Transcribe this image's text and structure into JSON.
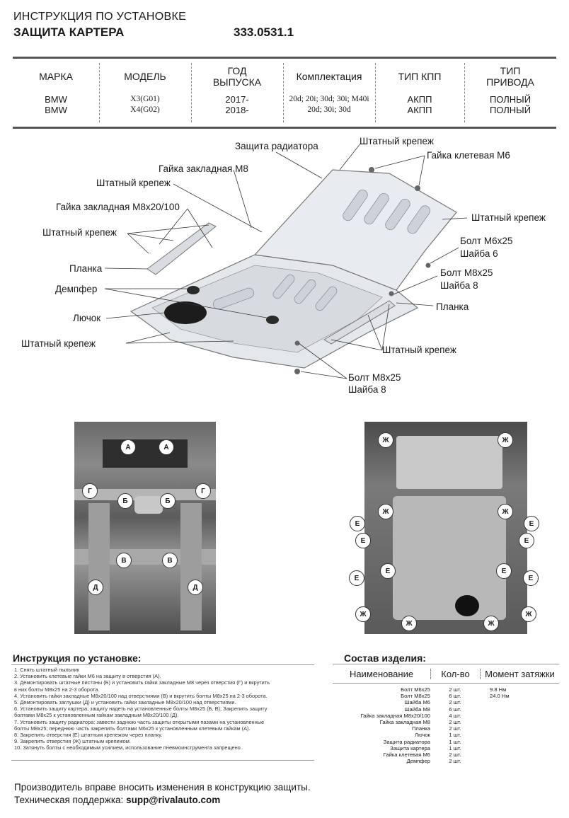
{
  "header": {
    "subtitle": "ИНСТРУКЦИЯ ПО УСТАНОВКЕ",
    "title": "ЗАЩИТА КАРТЕРА",
    "code": "333.0531.1"
  },
  "spec": {
    "columns": [
      {
        "header": "МАРКА",
        "value": "BMW\nBMW"
      },
      {
        "header": "МОДЕЛЬ",
        "value": "X3(G01)\nX4(G02)"
      },
      {
        "header": "ГОД\nВЫПУСКА",
        "value": "2017-\n2018-"
      },
      {
        "header": "Комплектация",
        "value": "20d; 20i; 30d; 30i; M40i\n20d; 30i; 30d"
      },
      {
        "header": "ТИП КПП",
        "value": "АКПП\nАКПП"
      },
      {
        "header": "ТИП\nПРИВОДА",
        "value": "ПОЛНЫЙ\nПОЛНЫЙ"
      }
    ]
  },
  "diagram_labels": {
    "radiator_guard": "Защита радиатора",
    "std_fastener_top": "Штатный крепеж",
    "cage_nut_m6": "Гайка клетевая М6",
    "nut_m8": "Гайка закладная М8",
    "std_fastener_left": "Штатный крепеж",
    "nut_m8x20": "Гайка закладная М8х20/100",
    "std_fastener_left2": "Штатный крепеж",
    "std_fastener_right": "Штатный крепеж",
    "bolt_m6": "Болт М6х25",
    "washer_6": "Шайба 6",
    "plate_left": "Планка",
    "bolt_m8_right": "Болт М8х25",
    "washer_8_right": "Шайба 8",
    "damper": "Демпфер",
    "plate_right": "Планка",
    "hatch": "Лючок",
    "std_fastener_bottom_left": "Штатный крепеж",
    "std_fastener_bottom_right": "Штатный крепеж",
    "bolt_m8_bottom": "Болт М8х25",
    "washer_8_bottom": "Шайба 8"
  },
  "photo_left_markers": [
    "А",
    "А",
    "Г",
    "Г",
    "Б",
    "Б",
    "В",
    "В",
    "Д",
    "Д"
  ],
  "photo_right_markers": [
    "Ж",
    "Ж",
    "Ж",
    "Ж",
    "Е",
    "Е",
    "Е",
    "Е",
    "Е",
    "Е",
    "Е",
    "Е",
    "Ж",
    "Ж",
    "Ж",
    "Ж"
  ],
  "instructions": {
    "title": "Инструкция по установке:",
    "steps": [
      "1. Снять штатный пыльник",
      "2. Установить клетевые гайки М6 на защиту в отверстия (А).",
      "3. Демонтировать штатные пистоны (Б) и установить гайки закладные М8 через отверстия (Г) и вкрутить",
      "в них болты М8х25 на 2-3 оборота.",
      "4. Установить гайки закладные М8х20/100 над отверстиями (В) и вкрутить болты М8х25 на 2-3 оборота.",
      "5. Демонтировать заглушки (Д) и установить гайки закладные М8х20/100 над отверстиями.",
      "6. Установить защиту картера; защиту надеть на установленные болты М8х25 (Б, В); Закрепить защиту",
      "болтами М8х25 к установленным гайкам закладным М8х20/100 (Д).",
      "7. Установить защиту радиатора: завести заднюю часть защиты открытыми пазами на установленные",
      "болты М8х25; переднюю часть закрепить болтами М6х25 к установленным клетевым гайкам (А).",
      "8. Закрепить отверстия (Е) штатным крепежом через планку.",
      "9. Закрепить отверстия (Ж) штатным крепежом.",
      "10. Затянуть болты с необходимым усилием, использование пневмоинструмента запрещено."
    ]
  },
  "composition": {
    "title": "Состав изделия:",
    "headers": {
      "name": "Наименование",
      "qty": "Кол-во",
      "torque": "Момент затяжки"
    },
    "rows": [
      {
        "name": "Болт М6х25",
        "qty": "2 шт.",
        "torque": "9.8 Нм"
      },
      {
        "name": "Болт М8х25",
        "qty": "6 шт.",
        "torque": "24.0 Нм"
      },
      {
        "name": "Шайба М6",
        "qty": "2 шт.",
        "torque": ""
      },
      {
        "name": "Шайба М8",
        "qty": "6 шт.",
        "torque": ""
      },
      {
        "name": "Гайка закладная М8х20/100",
        "qty": "4 шт.",
        "torque": ""
      },
      {
        "name": "Гайка закладная М8",
        "qty": "2 шт.",
        "torque": ""
      },
      {
        "name": "Планка",
        "qty": "2 шт.",
        "torque": ""
      },
      {
        "name": "Лючок",
        "qty": "1 шт.",
        "torque": ""
      },
      {
        "name": "Защита радиатора",
        "qty": "1 шт.",
        "torque": ""
      },
      {
        "name": "Защита картера",
        "qty": "1 шт.",
        "torque": ""
      },
      {
        "name": "Гайка клетевая М6",
        "qty": "2 шт.",
        "torque": ""
      },
      {
        "name": "Демпфер",
        "qty": "2 шт.",
        "torque": ""
      }
    ]
  },
  "footer": {
    "line1": "Производитель вправе вносить изменения в конструкцию защиты.",
    "support_label": "Техническая поддержка:",
    "support_email": "supp@rivalauto.com"
  }
}
